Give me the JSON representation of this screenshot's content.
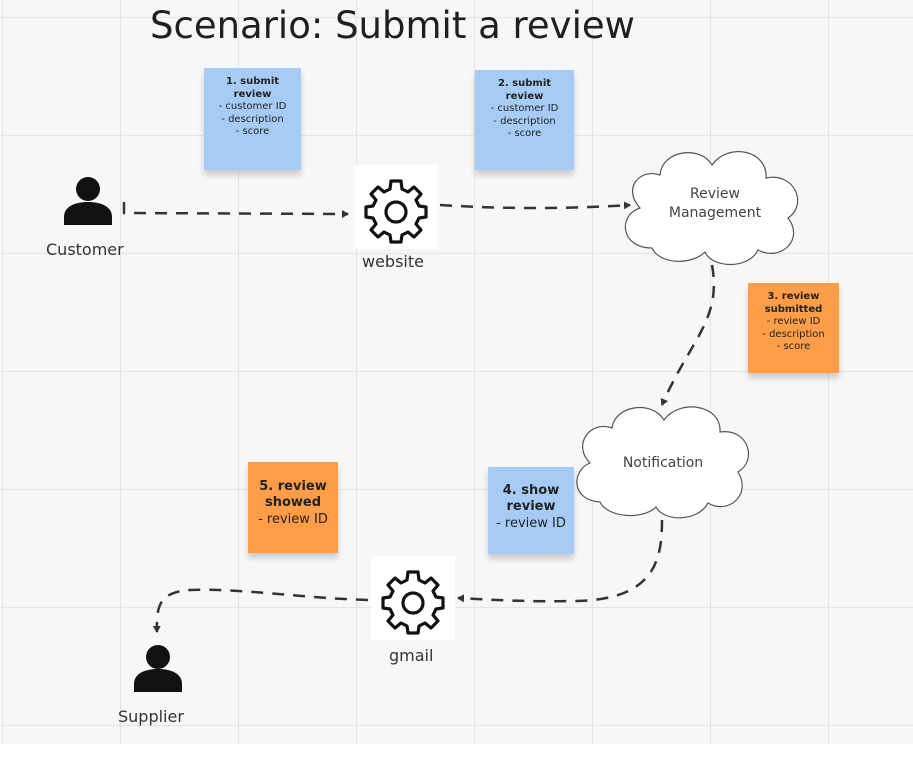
{
  "title": "Scenario: Submit a review",
  "actors": {
    "customer": "Customer",
    "supplier": "Supplier"
  },
  "systems": {
    "website": "website",
    "gmail": "gmail",
    "review_management": [
      "Review",
      "Management"
    ],
    "notification": "Notification"
  },
  "stickies": [
    {
      "color": "#a6ccf5",
      "title": [
        "1. submit",
        "review"
      ],
      "lines": [
        "- customer ID",
        "- description",
        "- score"
      ]
    },
    {
      "color": "#a6ccf5",
      "title": [
        "2. submit",
        "review"
      ],
      "lines": [
        "- customer ID",
        "- description",
        "- score"
      ]
    },
    {
      "color": "#ff9d48",
      "title": [
        "3. review",
        "submitted"
      ],
      "lines": [
        "- review ID",
        "- description",
        "- score"
      ]
    },
    {
      "color": "#a6ccf5",
      "title": [
        "4. show",
        "review"
      ],
      "lines": [
        "- review ID"
      ]
    },
    {
      "color": "#ff9d48",
      "title": [
        "5. review",
        "showed"
      ],
      "lines": [
        "- review ID"
      ]
    }
  ],
  "icons": {
    "person": "person-icon",
    "gear": "gear-icon"
  },
  "colors": {
    "blue_sticky": "#a6ccf5",
    "orange_sticky": "#ff9d48",
    "arrow": "#333333"
  }
}
